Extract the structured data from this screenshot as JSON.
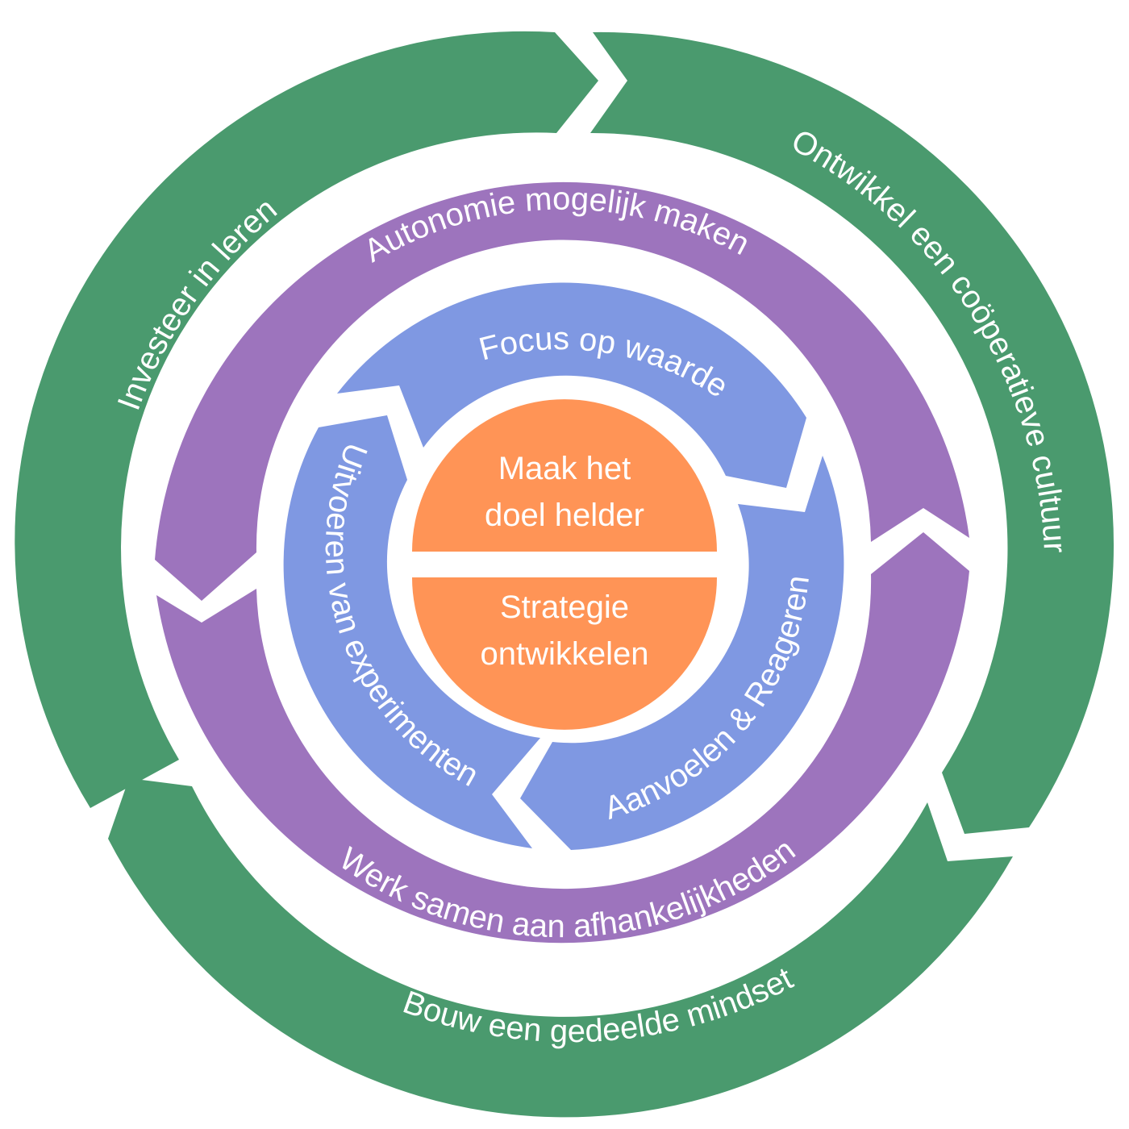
{
  "colors": {
    "outer": "#4a9a6e",
    "middle": "#9d74bd",
    "inner": "#7f98e2",
    "core": "#ff9456",
    "background": "#ffffff",
    "text": "#ffffff"
  },
  "outer_ring": {
    "top_left": "Investeer in leren",
    "top_right": "Ontwikkel een coöperatieve cultuur",
    "bottom": "Bouw een gedeelde mindset"
  },
  "middle_ring": {
    "top": "Autonomie mogelijk maken",
    "bottom": "Werk samen aan afhankelijkheden"
  },
  "inner_ring": {
    "top": "Focus op waarde",
    "right": "Aanvoelen & Reageren",
    "left": "Uitvoeren van experimenten"
  },
  "core": {
    "top_line1": "Maak het",
    "top_line2": "doel helder",
    "bottom_line1": "Strategie",
    "bottom_line2": "ontwikkelen"
  }
}
